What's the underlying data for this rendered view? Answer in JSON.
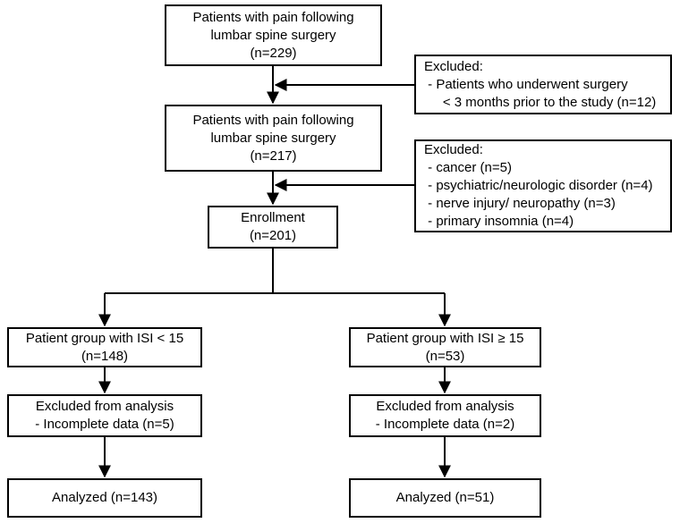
{
  "boxes": {
    "screen1": {
      "lines": [
        "Patients with pain following",
        "lumbar spine surgery",
        "(n=229)"
      ]
    },
    "excluded1": {
      "lines": [
        "Excluded:",
        " - Patients who underwent surgery",
        "     < 3 months prior to the study (n=12)"
      ]
    },
    "screen2": {
      "lines": [
        "Patients with pain following",
        "lumbar spine surgery",
        "(n=217)"
      ]
    },
    "excluded2": {
      "lines": [
        "Excluded:",
        " - cancer (n=5)",
        " - psychiatric/neurologic disorder (n=4)",
        " - nerve injury/ neuropathy (n=3)",
        " - primary insomnia (n=4)"
      ]
    },
    "enrollment": {
      "lines": [
        "Enrollment",
        "(n=201)"
      ]
    },
    "group_low": {
      "lines": [
        "Patient group with ISI < 15",
        "(n=148)"
      ]
    },
    "group_high": {
      "lines": [
        "Patient group with ISI ≥ 15",
        "(n=53)"
      ]
    },
    "excl_low": {
      "lines": [
        "Excluded from analysis",
        "- Incomplete data (n=5)"
      ]
    },
    "excl_high": {
      "lines": [
        "Excluded from analysis",
        "- Incomplete data (n=2)"
      ]
    },
    "analyzed_low": {
      "lines": [
        "Analyzed (n=143)"
      ]
    },
    "analyzed_high": {
      "lines": [
        "Analyzed (n=51)"
      ]
    }
  }
}
